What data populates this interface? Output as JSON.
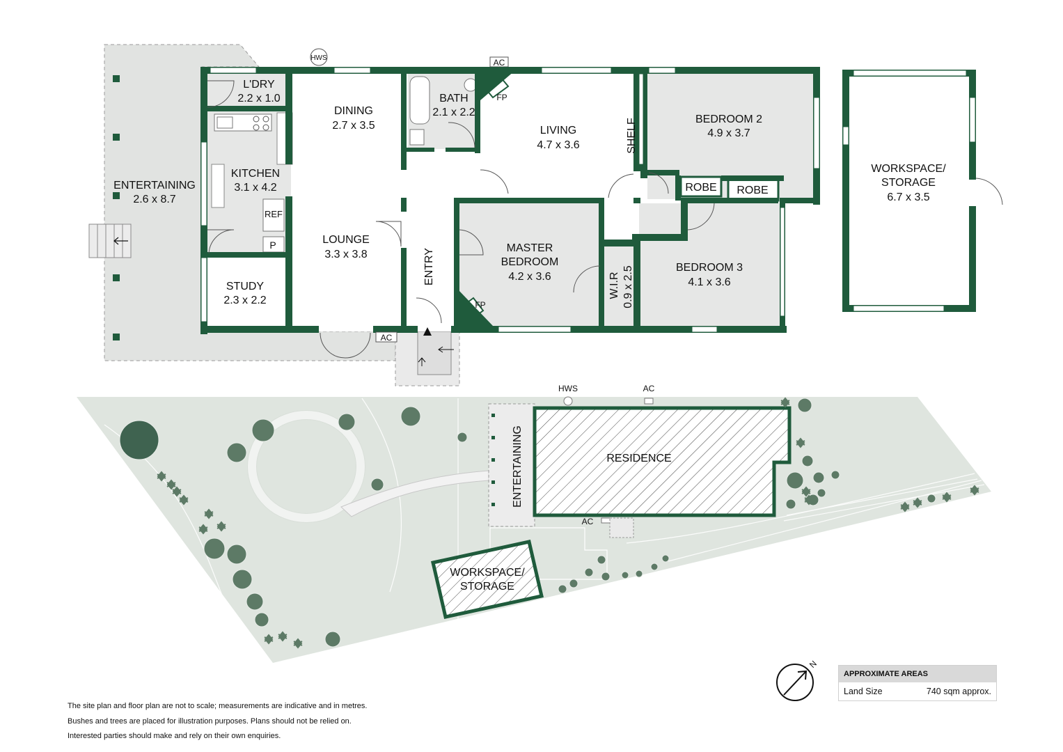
{
  "colors": {
    "wall": "#1f5b3c",
    "room_fill": "#e6e7e6",
    "outdoor_fill": "#e1e3e1",
    "site_fill": "#dfe5df",
    "tree_fill": "#5d7a66",
    "tree_dark": "#3f6350"
  },
  "floor_plan": {
    "rooms": [
      {
        "name": "L'DRY",
        "size": "2.2 x 1.0"
      },
      {
        "name": "DINING",
        "size": "2.7 x 3.5"
      },
      {
        "name": "BATH",
        "size": "2.1 x 2.2"
      },
      {
        "name": "LIVING",
        "size": "4.7 x 3.6"
      },
      {
        "name": "BEDROOM 2",
        "size": "4.9 x 3.7"
      },
      {
        "name": "KITCHEN",
        "size": "3.1 x 4.2"
      },
      {
        "name": "ENTERTAINING",
        "size": "2.6 x 8.7"
      },
      {
        "name": "LOUNGE",
        "size": "3.3 x 3.8"
      },
      {
        "name": "MASTER",
        "size": "BEDROOM"
      },
      {
        "name": "4.2 x 3.6",
        "size": ""
      },
      {
        "name": "BEDROOM 3",
        "size": "4.1 x 3.6"
      },
      {
        "name": "STUDY",
        "size": "2.3 x 2.2"
      },
      {
        "name": "WORKSPACE/",
        "size": "STORAGE"
      },
      {
        "name": "6.7 x 3.5",
        "size": ""
      }
    ],
    "labels": {
      "hws": "HWS",
      "ac_top": "AC",
      "ac_bottom": "AC",
      "fp_living": "FP",
      "fp_master": "FP",
      "shelf": "SHELF",
      "robe_1": "ROBE",
      "robe_2": "ROBE",
      "ref": "REF",
      "pantry": "P",
      "entry": "ENTRY",
      "wir": "W.I.R",
      "wir_size": "0.9 x 2.5"
    }
  },
  "site_plan": {
    "residence": "RESIDENCE",
    "entertaining": "ENTERTAINING",
    "workspace_line1": "WORKSPACE/",
    "workspace_line2": "STORAGE",
    "hws": "HWS",
    "ac_top": "AC",
    "ac_side": "AC"
  },
  "compass": {
    "north": "N"
  },
  "areas": {
    "heading": "APPROXIMATE AREAS",
    "label": "Land Size",
    "value": "740 sqm approx."
  },
  "disclaimer": [
    "The site plan and floor plan are not to scale; measurements are indicative and in metres.",
    "Bushes and trees are placed for illustration purposes. Plans should not be relied on.",
    "Interested parties should make and rely on their own enquiries."
  ]
}
